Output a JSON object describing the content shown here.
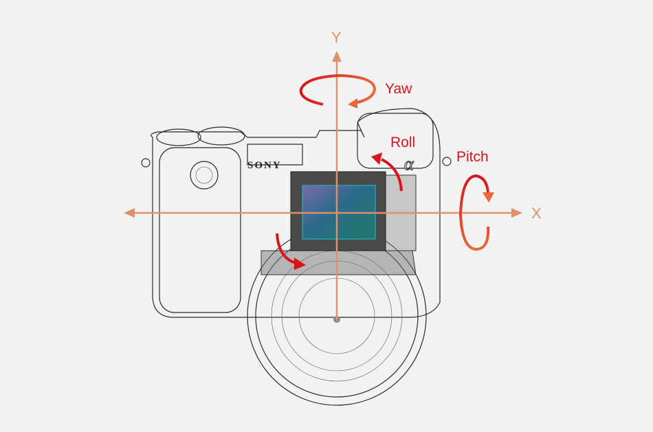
{
  "diagram": {
    "axes": {
      "y_label": "Y",
      "x_label": "X"
    },
    "rotations": {
      "yaw": "Yaw",
      "roll": "Roll",
      "pitch": "Pitch"
    },
    "camera": {
      "brand_logo": "SONY",
      "series_mark": "α"
    },
    "colors": {
      "axis": "#e0906a",
      "arrow_red": "#d8141c",
      "arrow_orange": "#e8683a",
      "sensor": "#2a7a80"
    }
  }
}
